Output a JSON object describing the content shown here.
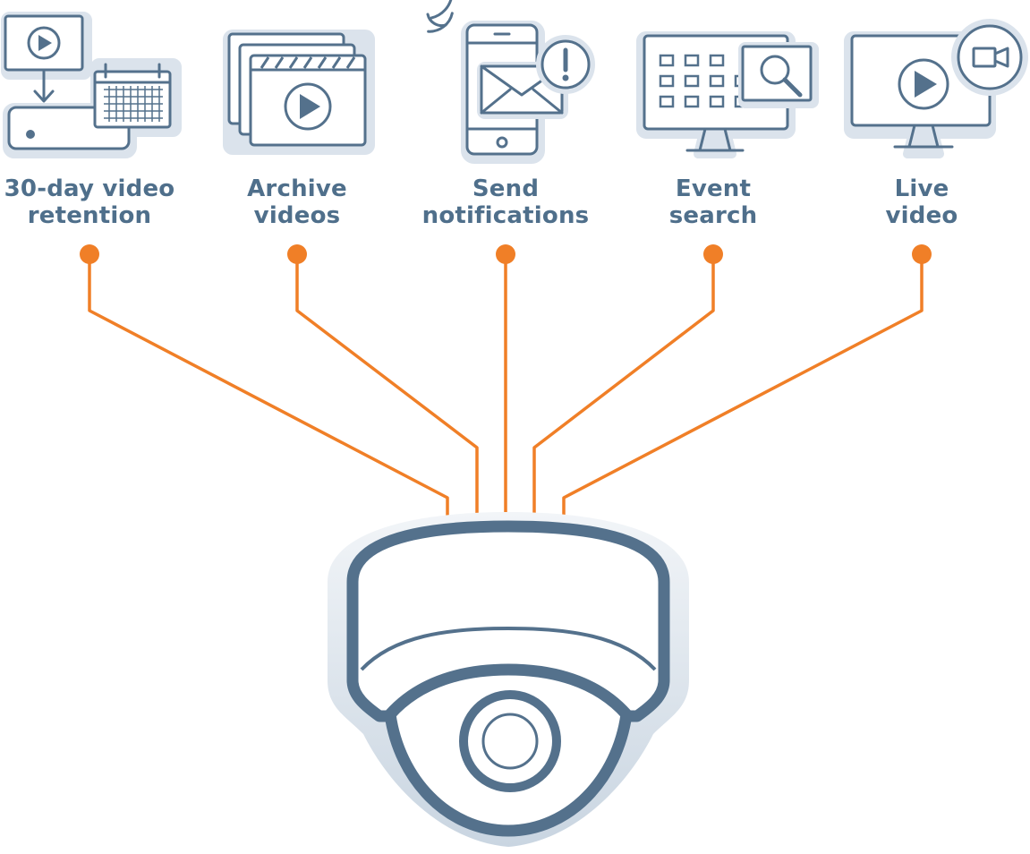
{
  "features": [
    {
      "id": "retention",
      "line1": "30-day video",
      "line2": "retention",
      "icon": "video-to-recorder-calendar-icon"
    },
    {
      "id": "archive",
      "line1": "Archive",
      "line2": "videos",
      "icon": "stacked-video-clips-icon"
    },
    {
      "id": "notify",
      "line1": "Send",
      "line2": "notifications",
      "icon": "phone-envelope-alert-icon"
    },
    {
      "id": "search",
      "line1": "Event",
      "line2": "search",
      "icon": "monitor-grid-magnifier-icon"
    },
    {
      "id": "live",
      "line1": "Live",
      "line2": "video",
      "icon": "monitor-play-camera-icon"
    }
  ],
  "colors": {
    "accent": "#f07f27",
    "icon": "#54718c",
    "text": "#4f6f8b",
    "halo": "#dbe3ec"
  },
  "center_icon": "dome-security-camera-icon"
}
